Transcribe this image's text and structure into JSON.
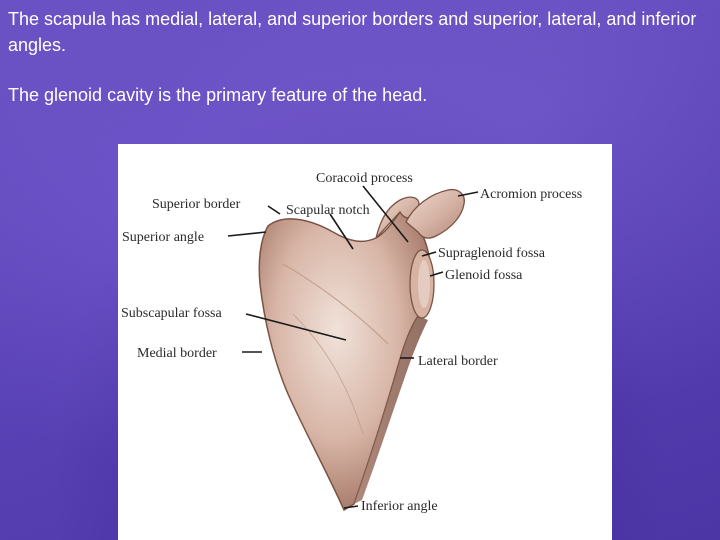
{
  "slide": {
    "paragraph_1": "The scapula has medial, lateral, and superior borders and superior, lateral, and inferior angles.",
    "paragraph_2": "The glenoid cavity is the primary feature of the head."
  },
  "diagram": {
    "labels": {
      "coracoid_process": "Coracoid process",
      "acromion_process": "Acromion process",
      "superior_border": "Superior  border",
      "scapular_notch": "Scapular notch",
      "superior_angle": "Superior angle",
      "supraglenoid_fossa": "Supraglenoid fossa",
      "glenoid_fossa": "Glenoid fossa",
      "subscapular_fossa": "Subscapular fossa",
      "medial_border": "Medial  border",
      "lateral_border": "Lateral border",
      "inferior_angle": "Inferior angle"
    },
    "colors": {
      "bone_light": "#ead6cc",
      "bone_mid": "#c9a597",
      "bone_dark": "#8e6658",
      "background": "#ffffff"
    }
  }
}
